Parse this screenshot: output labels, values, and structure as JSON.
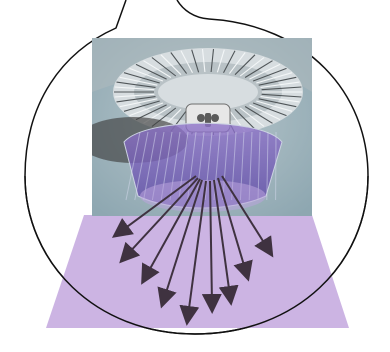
{
  "diagram": {
    "subject": "led-high-bay-light-fixture",
    "colors": {
      "photo_background": "#8ea7b1",
      "heatsink_light": "#d7dde0",
      "heatsink_dark": "#4f5558",
      "light_beam": "#c6ace0",
      "lens_purple": "#7d66b8",
      "arrow": "#3f3240",
      "outline": "#111111"
    },
    "arrow_count": 9,
    "shapes": {
      "callout_bubble": "circle-with-tail",
      "beam_area": "trapezoid"
    }
  }
}
